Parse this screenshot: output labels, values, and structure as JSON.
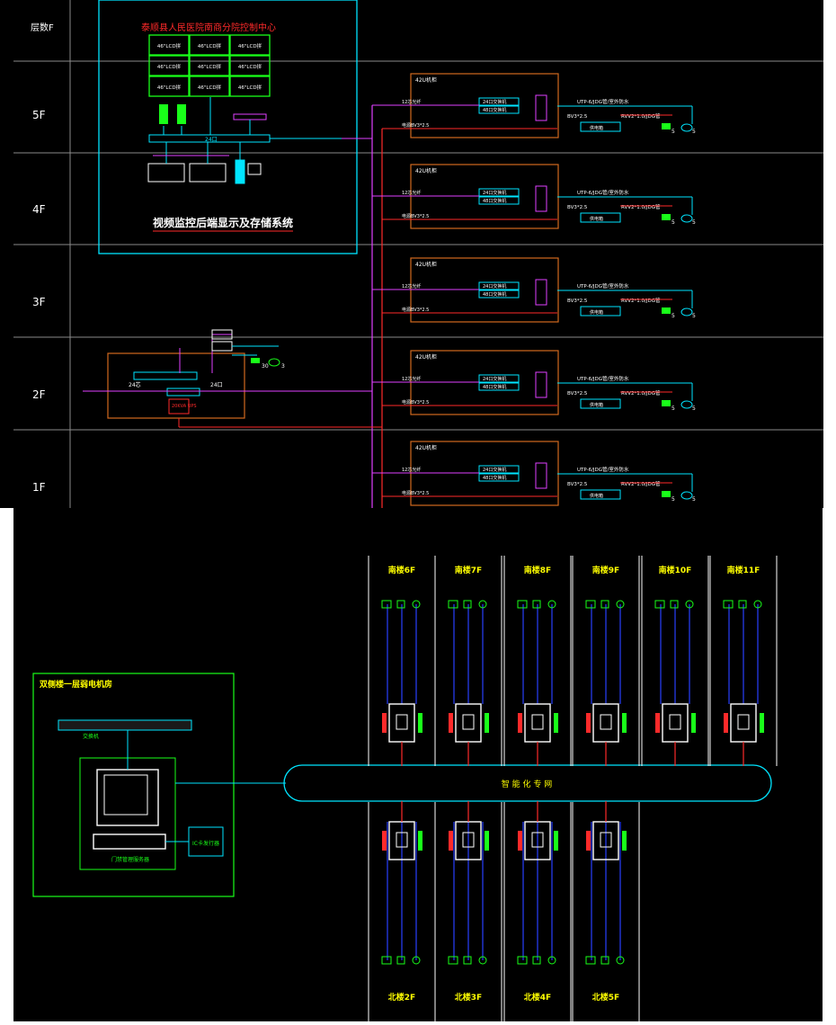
{
  "colors": {
    "background": "#000000",
    "cyan": "#00e5ff",
    "magenta": "#e040ff",
    "red": "#ff2a2a",
    "orange": "#d2691e",
    "yellow": "#ffff00",
    "green": "#19ff19",
    "blue": "#2840ff",
    "white": "#ffffff",
    "grey": "#8a8a8a"
  },
  "top": {
    "floor_header": "层数F",
    "floors": [
      "5F",
      "4F",
      "3F",
      "2F",
      "1F"
    ],
    "control_center_title": "泰顺县人民医院南商分院控制中心",
    "lcd_label": "46\"LCD拼",
    "switch_label": "24口",
    "subsystem_title": "视频监控后端显示及存储系统",
    "rack_label": "42U机柜",
    "rack_switch_24": "24口交换机",
    "rack_switch_48": "48口交换机",
    "cable_utp": "UTP-6/JDG管/室外防水",
    "cable_bv": "BV3*2.5",
    "cable_rvv": "RVV2*1.0/JDG管",
    "power_box": "供电箱",
    "fiber_label": "12芯光纤",
    "power_label": "电源BV3*2.5",
    "camera_count": "5",
    "ups_label": "20KVA UPS",
    "fiber_24": "24芯",
    "fiber_24b": "24口",
    "camera_count_2f_a": "30",
    "camera_count_2f_b": "3"
  },
  "bottom": {
    "south_floors": [
      "南楼6F",
      "南楼7F",
      "南楼8F",
      "南楼9F",
      "南楼10F",
      "南楼11F"
    ],
    "north_floors": [
      "北楼2F",
      "北楼3F",
      "北楼4F",
      "北楼5F"
    ],
    "room_title": "双侧楼一层弱电机房",
    "switch_caption": "交换机",
    "server_caption": "门禁管理服务器",
    "controller_caption": "IC卡发行器",
    "network_label": "智 能 化 专 网"
  }
}
